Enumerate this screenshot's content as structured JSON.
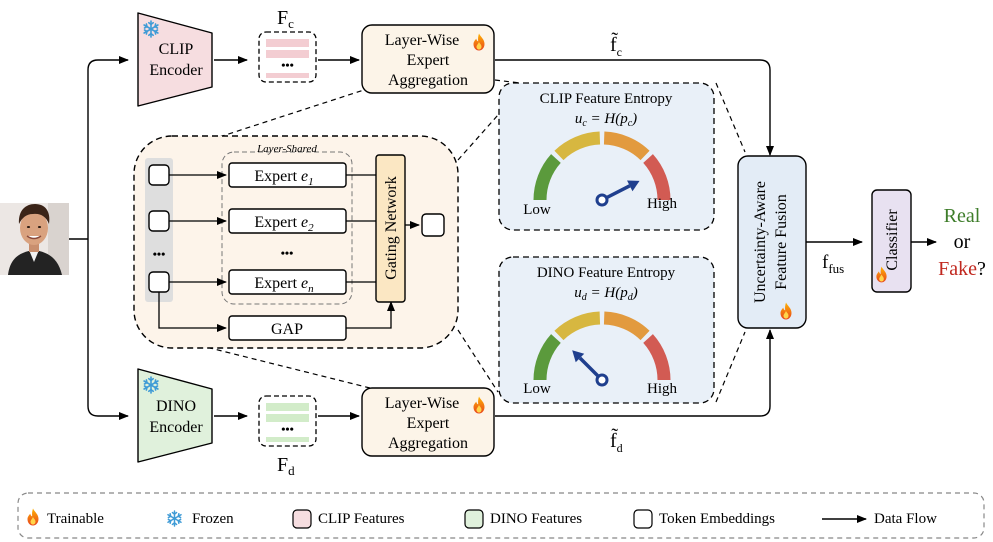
{
  "encoders": {
    "clip": {
      "line1": "CLIP",
      "line2": "Encoder"
    },
    "dino": {
      "line1": "DINO",
      "line2": "Encoder"
    }
  },
  "features": {
    "clip": {
      "dots": "•••",
      "label_base": "F",
      "label_sub": "c"
    },
    "dino": {
      "dots": "•••",
      "label_base": "F",
      "label_sub": "d"
    }
  },
  "aggregation": {
    "top": {
      "line1": "Layer-Wise",
      "line2": "Expert",
      "line3": "Aggregation"
    },
    "bottom": {
      "line1": "Layer-Wise",
      "line2": "Expert",
      "line3": "Aggregation"
    }
  },
  "aggregated": {
    "clip": {
      "base": "f̃",
      "sub": "c"
    },
    "dino": {
      "base": "f̃",
      "sub": "d"
    }
  },
  "moe": {
    "layer_shared": "Layer-Shared",
    "token_dots": "•••",
    "expert_dots": "•••",
    "experts": [
      {
        "prefix": "Expert ",
        "var": "e",
        "sub": "1"
      },
      {
        "prefix": "Expert ",
        "var": "e",
        "sub": "2"
      },
      {
        "prefix": "Expert ",
        "var": "e",
        "sub": "n"
      }
    ],
    "gap": "GAP",
    "gating": "Gating Network"
  },
  "entropy": {
    "clip": {
      "title": "CLIP Feature Entropy",
      "formula_lhs": "u",
      "formula_lhs_sub": "c",
      "formula_rhs": " = H(p",
      "formula_rhs_sub": "c",
      "formula_close": ")",
      "low": "Low",
      "high": "High",
      "level": 0.85
    },
    "dino": {
      "title": "DINO Feature Entropy",
      "formula_lhs": "u",
      "formula_lhs_sub": "d",
      "formula_rhs": " = H(p",
      "formula_rhs_sub": "d",
      "formula_close": ")",
      "low": "Low",
      "high": "High",
      "level": 0.25
    }
  },
  "fusion": {
    "label1": "Uncertainty-Aware",
    "label2": "Feature Fusion"
  },
  "fused": {
    "base": "f",
    "sub": "fus"
  },
  "classifier": {
    "label": "Classifier"
  },
  "output": {
    "real": "Real",
    "or": "or",
    "fake": "Fake",
    "q": "?"
  },
  "legend": {
    "trainable": "Trainable",
    "frozen": "Frozen",
    "clip_features": "CLIP Features",
    "dino_features": "DINO Features",
    "token_embeddings": "Token Embeddings",
    "data_flow": "Data Flow"
  },
  "colors": {
    "clip": "#f6dde0",
    "dino": "#e0f1dc",
    "aggregation": "#fcf4e8",
    "moe_panel": "#fdf4ea",
    "entropy_panel": "#e9f0f8",
    "fusion": "#e3ecf6",
    "classifier": "#e8e1f1",
    "gating": "#fbe7c3",
    "real": "#3e7d2a",
    "fake": "#c1281f",
    "needle": "#1f3f8e"
  }
}
